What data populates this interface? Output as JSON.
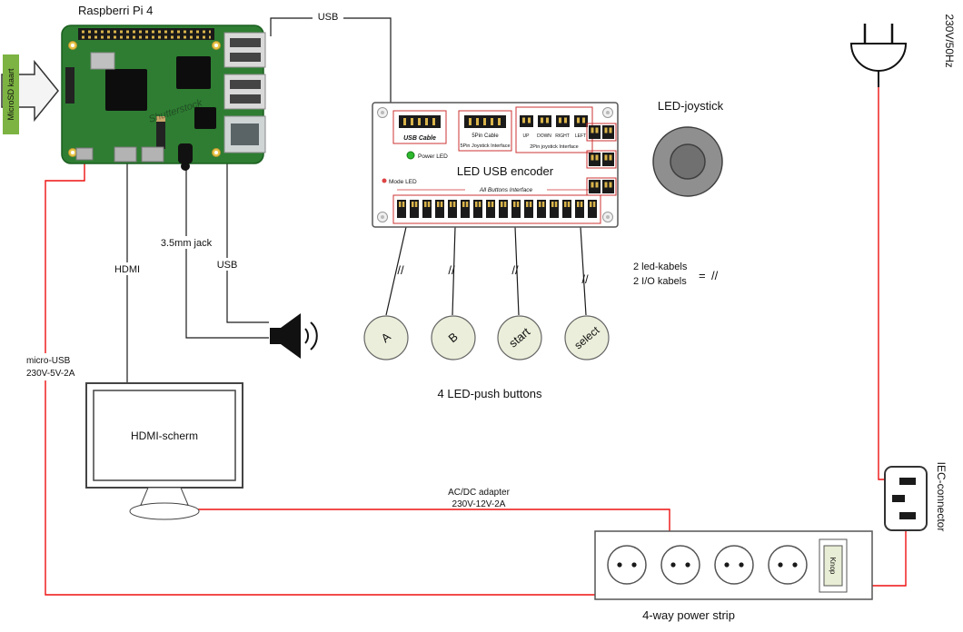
{
  "colors": {
    "wire_black": "#1a1a1a",
    "wire_red": "#ee1111",
    "board_green": "#2e7d32",
    "label_green": "#7cb342",
    "button_fill": "#ebeeda",
    "encoder_red": "#cc3333",
    "joystick_gray": "#8f8f8f"
  },
  "pi": {
    "title": "Raspberri Pi 4",
    "watermark": "Shutterstock"
  },
  "microsd": {
    "label": "MicroSD kaart"
  },
  "wires": {
    "usb_top": "USB",
    "hdmi": "HDMI",
    "jack": "3.5mm jack",
    "usb_speaker": "USB",
    "micro_usb_1": "micro-USB",
    "micro_usb_2": "230V-5V-2A",
    "acdc_1": "AC/DC adapter",
    "acdc_2": "230V-12V-2A",
    "slash": "//"
  },
  "encoder": {
    "title": "LED USB encoder",
    "usb_cable": "USB Cable",
    "pin5_cable": "5Pin Cable",
    "pin5_iface": "5Pin Joystick Interface",
    "pin2_iface": "2Pin joystick Interface",
    "dirs": [
      "UP",
      "DOWN",
      "RIGHT",
      "LEFT"
    ],
    "power_led": "Power LED",
    "mode_led": "Mode LED",
    "all_buttons": "All Buttons Interface"
  },
  "joystick": {
    "label": "LED-joystick"
  },
  "buttons": {
    "caption": "4 LED-push buttons",
    "items": [
      "A",
      "B",
      "start",
      "select"
    ],
    "legend_1": "2 led-kabels",
    "legend_2": "2 I/O kabels",
    "legend_eq": "=",
    "legend_slash": "//"
  },
  "monitor": {
    "label": "HDMI-scherm"
  },
  "power": {
    "strip_label": "4-way power strip",
    "knop": "Knop",
    "iec": "IEC-connector",
    "mains": "230V/50Hz"
  }
}
